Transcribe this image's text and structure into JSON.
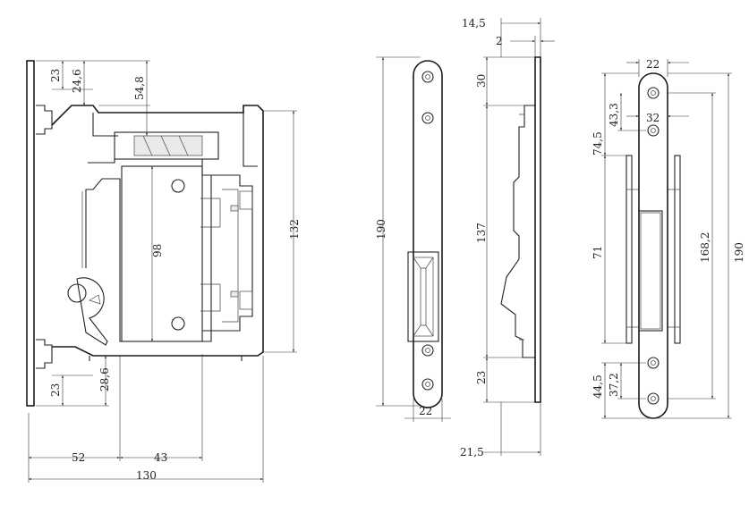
{
  "side_view": {
    "dimensions": {
      "top_offset": "23",
      "top_offset_2": "24,6",
      "follower_height": "54,8",
      "latch_span": "98",
      "case_height": "132",
      "bottom_offset": "23",
      "bottom_offset_2": "28,6",
      "backset": "52",
      "case_depth_inner": "43",
      "case_depth": "130"
    }
  },
  "front_view": {
    "dimensions": {
      "faceplate_width": "22",
      "faceplate_height": "190"
    }
  },
  "profile_view": {
    "dimensions": {
      "total_thickness": "14,5",
      "plate_thickness": "2",
      "top_gap": "30",
      "body_height": "137",
      "bottom_gap": "23",
      "body_depth": "21,5"
    }
  },
  "strike_view": {
    "dimensions": {
      "plate_width": "22",
      "hole_spacing": "32",
      "top_hole": "43,3",
      "top_offset": "74,5",
      "box_height": "71",
      "hole_span": "168,2",
      "plate_height": "190",
      "bottom_offset": "44,5",
      "bottom_hole": "37,2"
    }
  }
}
